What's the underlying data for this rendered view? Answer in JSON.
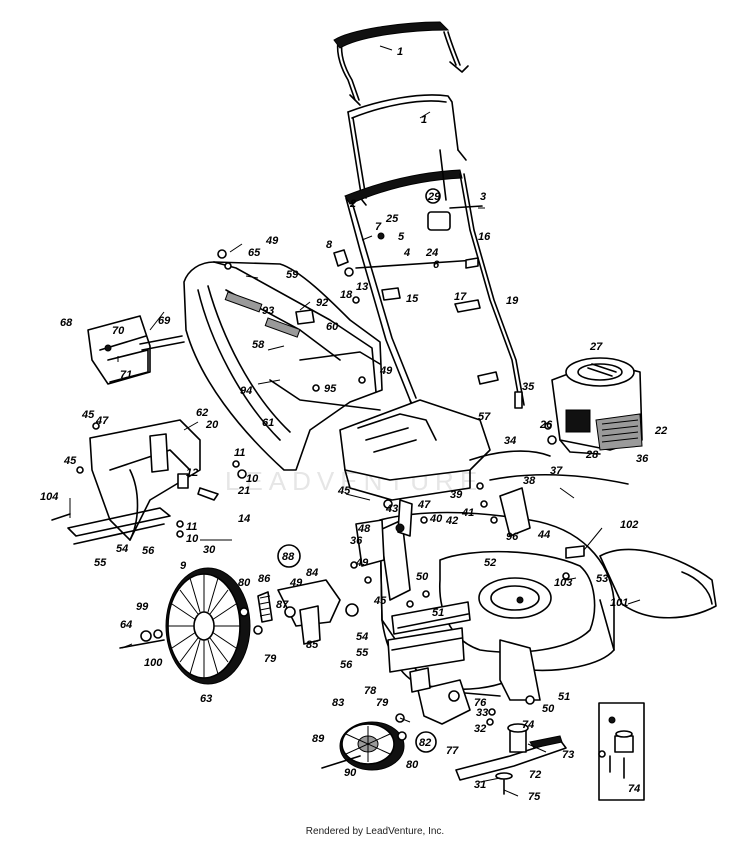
{
  "footer": "Rendered by LeadVenture, Inc.",
  "callouts": [
    {
      "n": "1"
    },
    {
      "n": "1"
    },
    {
      "n": "2"
    },
    {
      "n": "3"
    },
    {
      "n": "4"
    },
    {
      "n": "5"
    },
    {
      "n": "6"
    },
    {
      "n": "7"
    },
    {
      "n": "8"
    },
    {
      "n": "9"
    },
    {
      "n": "10"
    },
    {
      "n": "10"
    },
    {
      "n": "11"
    },
    {
      "n": "11"
    },
    {
      "n": "12"
    },
    {
      "n": "13"
    },
    {
      "n": "14"
    },
    {
      "n": "15"
    },
    {
      "n": "16"
    },
    {
      "n": "17"
    },
    {
      "n": "18"
    },
    {
      "n": "19"
    },
    {
      "n": "20"
    },
    {
      "n": "21"
    },
    {
      "n": "22"
    },
    {
      "n": "24"
    },
    {
      "n": "25"
    },
    {
      "n": "26"
    },
    {
      "n": "27"
    },
    {
      "n": "28"
    },
    {
      "n": "29"
    },
    {
      "n": "30"
    },
    {
      "n": "31"
    },
    {
      "n": "32"
    },
    {
      "n": "33"
    },
    {
      "n": "34"
    },
    {
      "n": "35"
    },
    {
      "n": "36"
    },
    {
      "n": "36"
    },
    {
      "n": "37"
    },
    {
      "n": "38"
    },
    {
      "n": "39"
    },
    {
      "n": "40"
    },
    {
      "n": "41"
    },
    {
      "n": "42"
    },
    {
      "n": "43"
    },
    {
      "n": "44"
    },
    {
      "n": "45"
    },
    {
      "n": "45"
    },
    {
      "n": "45"
    },
    {
      "n": "45"
    },
    {
      "n": "47"
    },
    {
      "n": "47"
    },
    {
      "n": "48"
    },
    {
      "n": "49"
    },
    {
      "n": "49"
    },
    {
      "n": "49"
    },
    {
      "n": "49"
    },
    {
      "n": "50"
    },
    {
      "n": "50"
    },
    {
      "n": "51"
    },
    {
      "n": "51"
    },
    {
      "n": "52"
    },
    {
      "n": "53"
    },
    {
      "n": "54"
    },
    {
      "n": "54"
    },
    {
      "n": "55"
    },
    {
      "n": "55"
    },
    {
      "n": "56"
    },
    {
      "n": "56"
    },
    {
      "n": "57"
    },
    {
      "n": "58"
    },
    {
      "n": "59"
    },
    {
      "n": "60"
    },
    {
      "n": "61"
    },
    {
      "n": "62"
    },
    {
      "n": "63"
    },
    {
      "n": "64"
    },
    {
      "n": "65"
    },
    {
      "n": "68"
    },
    {
      "n": "69"
    },
    {
      "n": "70"
    },
    {
      "n": "71"
    },
    {
      "n": "72"
    },
    {
      "n": "73"
    },
    {
      "n": "74"
    },
    {
      "n": "74"
    },
    {
      "n": "75"
    },
    {
      "n": "76"
    },
    {
      "n": "77"
    },
    {
      "n": "78"
    },
    {
      "n": "79"
    },
    {
      "n": "79"
    },
    {
      "n": "80"
    },
    {
      "n": "80"
    },
    {
      "n": "82"
    },
    {
      "n": "83"
    },
    {
      "n": "84"
    },
    {
      "n": "85"
    },
    {
      "n": "86"
    },
    {
      "n": "87"
    },
    {
      "n": "88"
    },
    {
      "n": "89"
    },
    {
      "n": "90"
    },
    {
      "n": "92"
    },
    {
      "n": "93"
    },
    {
      "n": "94"
    },
    {
      "n": "95"
    },
    {
      "n": "96"
    },
    {
      "n": "99"
    },
    {
      "n": "100"
    },
    {
      "n": "101"
    },
    {
      "n": "102"
    },
    {
      "n": "103"
    },
    {
      "n": "104"
    }
  ]
}
